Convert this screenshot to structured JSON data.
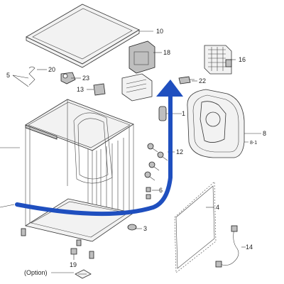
{
  "labels": {
    "l1": "1",
    "l3": "3",
    "l4": "4",
    "l5": "5",
    "l6": "6",
    "l8": "8",
    "l8_1": "8-1",
    "l10": "10",
    "l12": "12",
    "l13": "13",
    "l14": "14",
    "l16": "16",
    "l18": "18",
    "l19": "19",
    "l20": "20",
    "l22": "22",
    "l23": "23",
    "option": "(Option)"
  },
  "colors": {
    "arrow": "#1f4fbf",
    "line": "#333333"
  }
}
